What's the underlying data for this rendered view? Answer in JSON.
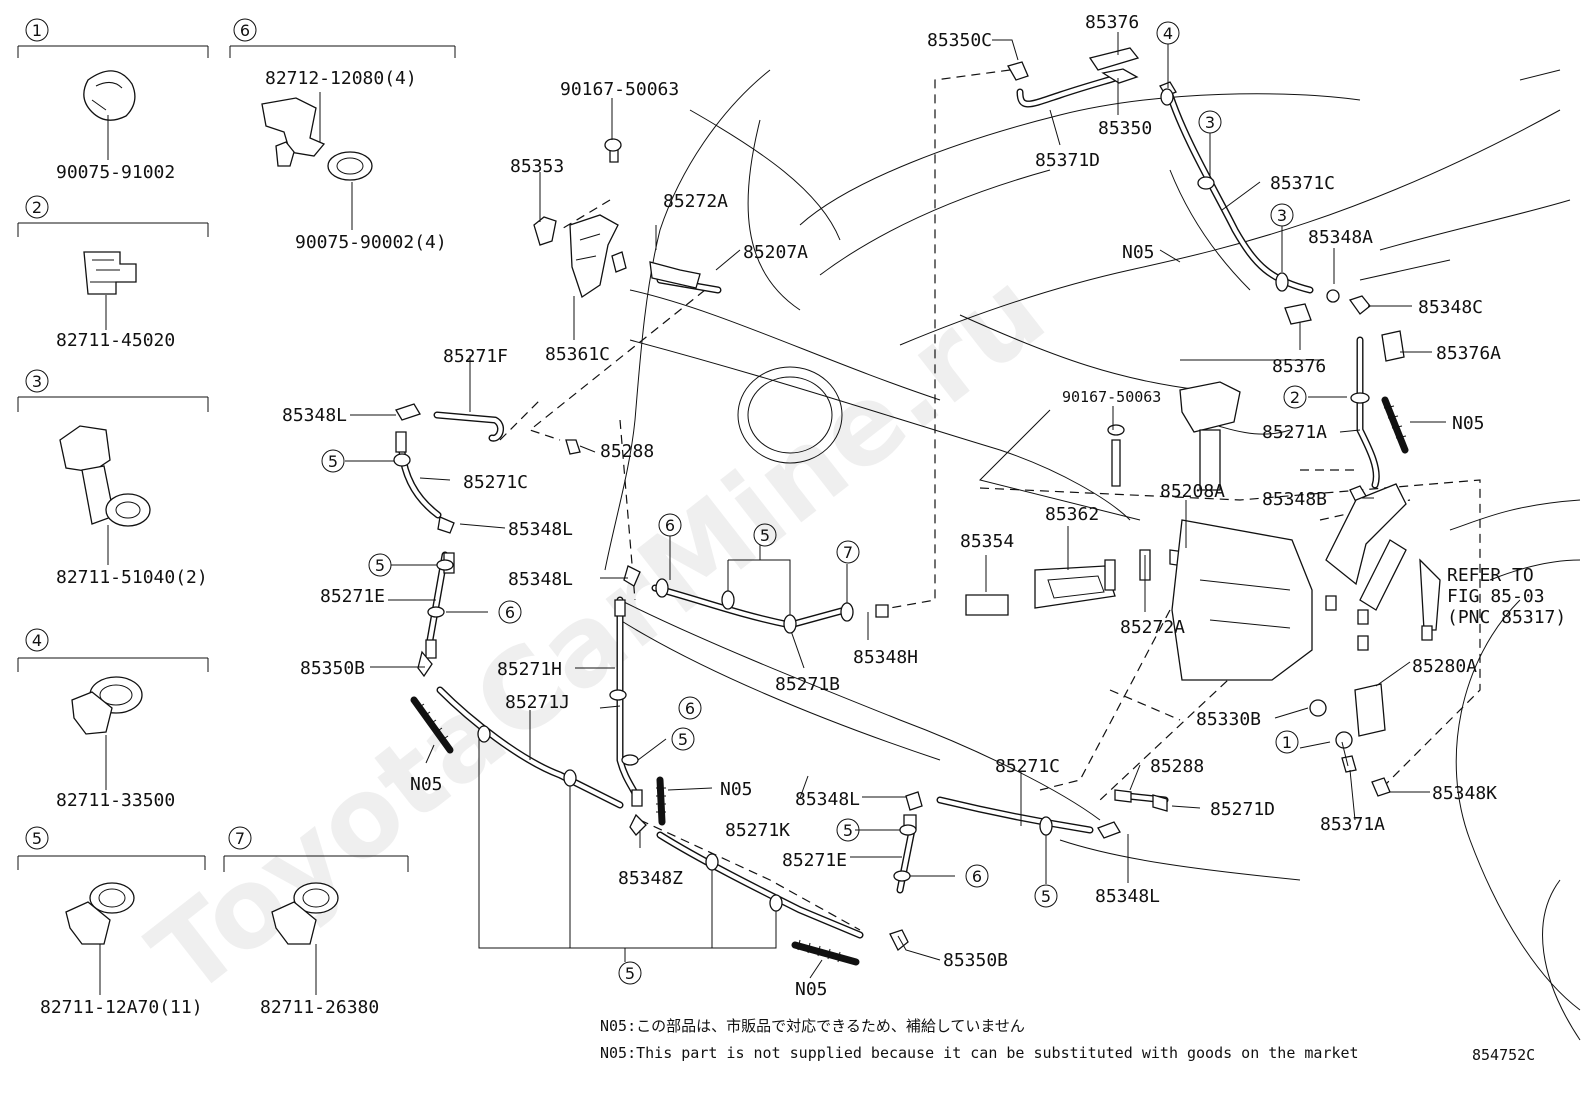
{
  "diagram_id": "854752C",
  "watermark": "ToyotaCarMine.ru",
  "legend_boxes": [
    {
      "num": "1",
      "part": "90075-91002"
    },
    {
      "num": "2",
      "part": "82711-45020"
    },
    {
      "num": "3",
      "part": "82711-51040(2)"
    },
    {
      "num": "4",
      "part": "82711-33500"
    },
    {
      "num": "5",
      "part": "82711-12A70(11)"
    },
    {
      "num": "6",
      "part_a": "82712-12080(4)",
      "part_b": "90075-90002(4)"
    },
    {
      "num": "7",
      "part": "82711-26380"
    }
  ],
  "labels": {
    "p85350C": "85350C",
    "p85376_top": "85376",
    "p85350": "85350",
    "p85371D": "85371D",
    "p90167_top": "90167-50063",
    "p85353": "85353",
    "p85272A_top": "85272A",
    "p85207A": "85207A",
    "p85361C": "85361C",
    "p85371C": "85371C",
    "p85348A": "85348A",
    "p85348C": "85348C",
    "p85376_mid": "85376",
    "p85376A": "85376A",
    "p85271F": "85271F",
    "p85348L_1": "85348L",
    "p85288_top": "85288",
    "p85271C_left": "85271C",
    "p85348L_2": "85348L",
    "p85271E_left": "85271E",
    "p85348L_3": "85348L",
    "p85350B_left": "85350B",
    "p85271H": "85271H",
    "p85271J": "85271J",
    "p85271B": "85271B",
    "p85348H": "85348H",
    "n05_a": "N05",
    "n05_b": "N05",
    "n05_c": "N05",
    "n05_d": "N05",
    "n05_e": "N05",
    "p90167_mid": "90167-50063",
    "p85271A": "85271A",
    "p85208A": "85208A",
    "p85348B": "85348B",
    "p85354": "85354",
    "p85362": "85362",
    "p85272A_mid": "85272A",
    "refer_1": "REFER TO",
    "refer_2": "FIG 85-03",
    "refer_3": "(PNC 85317)",
    "p85280A": "85280A",
    "p85330B": "85330B",
    "p85271C_mid": "85271C",
    "p85288_mid": "85288",
    "p85271D": "85271D",
    "p85348K": "85348K",
    "p85371A": "85371A",
    "p85348L_4": "85348L",
    "p85271K": "85271K",
    "p85271E_mid": "85271E",
    "p85348Z": "85348Z",
    "p85350B_bot": "85350B",
    "p85348L_5": "85348L"
  },
  "notes": {
    "jp": "N05:この部品は、市販品で対応できるため、補給していません",
    "en": "N05:This part is not supplied because it can be substituted with goods on the market"
  }
}
